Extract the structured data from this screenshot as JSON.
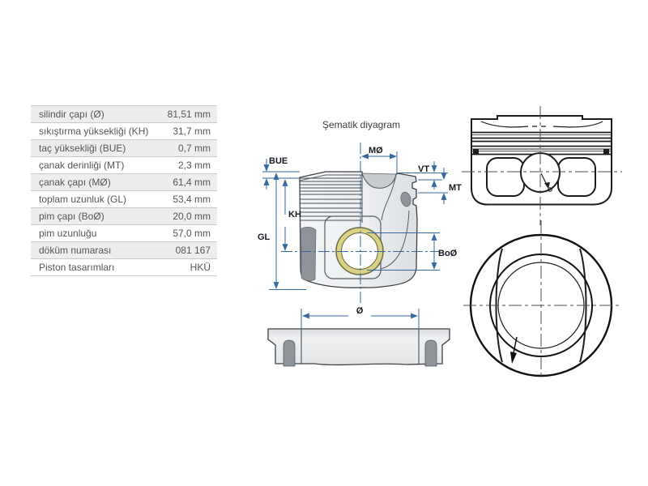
{
  "diagram": {
    "title": "Şematik diyagram",
    "labels": {
      "bue": "BUE",
      "mo": "MØ",
      "vt": "VT",
      "mt": "MT",
      "kh": "KH",
      "gl": "GL",
      "bo": "BoØ",
      "dia": "Ø"
    },
    "colors": {
      "dimension_line": "#35699f",
      "label_text": "#141821",
      "bushing_yellow": "#d9d286",
      "dark_fill": "#8e949a",
      "table_stripe": "#ededed"
    }
  },
  "spec_table": {
    "rows": [
      {
        "label": "silindir çapı (Ø)",
        "value": "81,51 mm"
      },
      {
        "label": "sıkıştırma yüksekliği (KH)",
        "value": "31,7 mm"
      },
      {
        "label": "taç yüksekliği (BUE)",
        "value": "0,7 mm"
      },
      {
        "label": "çanak derinliği (MT)",
        "value": "2,3 mm"
      },
      {
        "label": "çanak çapı (MØ)",
        "value": "61,4 mm"
      },
      {
        "label": "toplam uzunluk (GL)",
        "value": "53,4 mm"
      },
      {
        "label": "pim çapı (BoØ)",
        "value": "20,0 mm"
      },
      {
        "label": "pim uzunluğu",
        "value": "57,0 mm"
      },
      {
        "label": "döküm numarası",
        "value": "081 167"
      },
      {
        "label": "Piston tasarımları",
        "value": "HKÜ"
      }
    ]
  }
}
